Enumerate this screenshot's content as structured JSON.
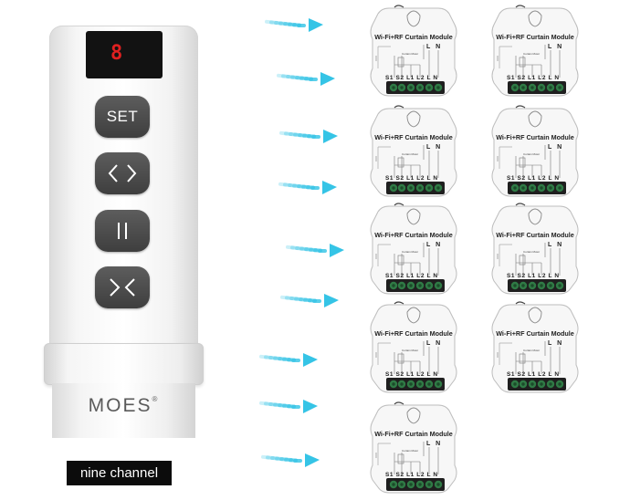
{
  "remote": {
    "display_digit": "8",
    "buttons": {
      "set_label": "SET"
    },
    "brand": "MOES",
    "brand_mark": "®"
  },
  "caption": "nine channel",
  "colors": {
    "arrow": "#35c4e6",
    "display_digit": "#e02020",
    "terminal": "#2f7a45",
    "button": "#4a4a4a"
  },
  "modules": [
    {
      "title": "Wi-Fi+RF Curtain Module",
      "ln": "L N",
      "sub": "Curtain Motor",
      "terminals": "S1 S2 L1 L2 L N"
    },
    {
      "title": "Wi-Fi+RF Curtain Module",
      "ln": "L N",
      "sub": "Curtain Motor",
      "terminals": "S1 S2 L1 L2 L N"
    },
    {
      "title": "Wi-Fi+RF Curtain Module",
      "ln": "L N",
      "sub": "Curtain Motor",
      "terminals": "S1 S2 L1 L2 L N"
    },
    {
      "title": "Wi-Fi+RF Curtain Module",
      "ln": "L N",
      "sub": "Curtain Motor",
      "terminals": "S1 S2 L1 L2 L N"
    },
    {
      "title": "Wi-Fi+RF Curtain Module",
      "ln": "L N",
      "sub": "Curtain Motor",
      "terminals": "S1 S2 L1 L2 L N"
    },
    {
      "title": "Wi-Fi+RF Curtain Module",
      "ln": "L N",
      "sub": "Curtain Motor",
      "terminals": "S1 S2 L1 L2 L N"
    },
    {
      "title": "Wi-Fi+RF Curtain Module",
      "ln": "L N",
      "sub": "Curtain Motor",
      "terminals": "S1 S2 L1 L2 L N"
    },
    {
      "title": "Wi-Fi+RF Curtain Module",
      "ln": "L N",
      "sub": "Curtain Motor",
      "terminals": "S1 S2 L1 L2 L N"
    },
    {
      "title": "Wi-Fi+RF Curtain Module",
      "ln": "L N",
      "sub": "Curtain Motor",
      "terminals": "S1 S2 L1 L2 L N"
    }
  ]
}
